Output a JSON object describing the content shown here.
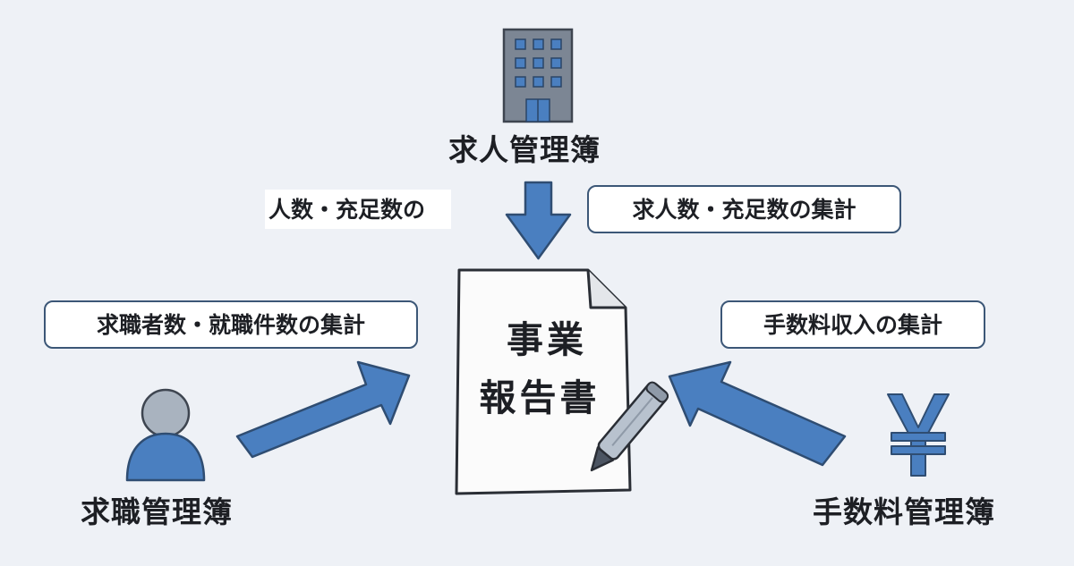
{
  "colors": {
    "background": "#eef1f6",
    "arrow": "#4a7fc0",
    "arrow_outline": "#2f4d72",
    "pill_border": "#3c5777",
    "paper": "#fbfbfb",
    "building": "#7c8694",
    "person_head": "#a9b3bf",
    "person_body": "#4a7fc0",
    "yen": "#4a7fc0"
  },
  "sources": {
    "job_offers": {
      "label": "求人管理簿",
      "icon": "building-icon"
    },
    "job_seekers": {
      "label": "求職管理簿",
      "icon": "person-icon"
    },
    "fees": {
      "label": "手数料管理簿",
      "icon": "yen-icon"
    }
  },
  "aggregations": {
    "job_offers": "求人数・充足数の集計",
    "job_offers_fragment": "人数・充足数の",
    "job_seekers": "求職者数・就職件数の集計",
    "fees": "手数料収入の集計"
  },
  "report": {
    "line1": "事業",
    "line2": "報告書",
    "icons": [
      "document-icon",
      "pen-icon"
    ]
  }
}
